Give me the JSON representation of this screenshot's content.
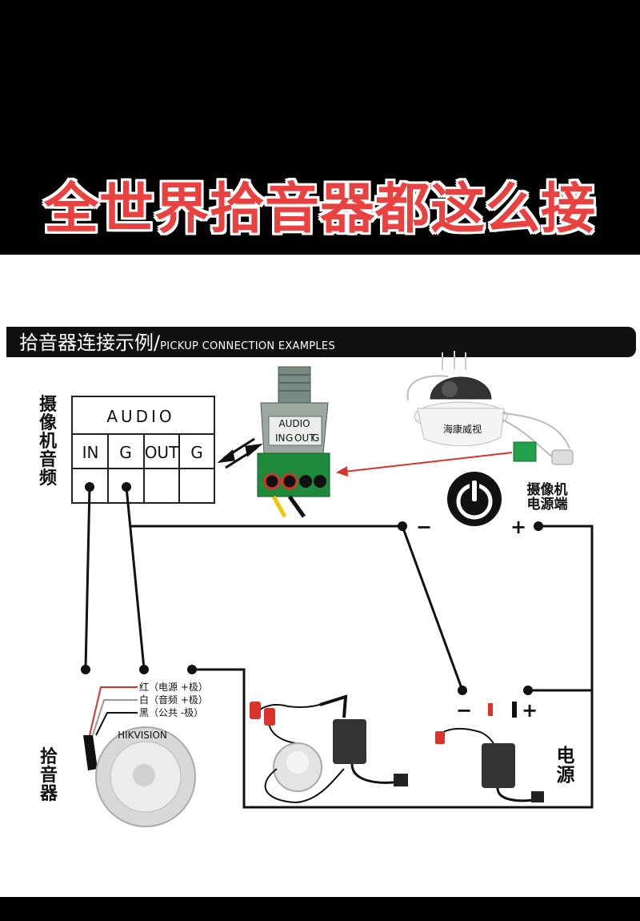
{
  "headline": "全世界拾音器都这么接",
  "section": {
    "title_cn": "拾音器连接示例/",
    "title_en": "PICKUP CONNECTION EXAMPLES"
  },
  "camera_audio_label": "摄像机音频",
  "audio_table": {
    "header": "AUDIO",
    "columns": [
      "IN",
      "G",
      "OUT",
      "G"
    ]
  },
  "connector": {
    "label": "AUDIO",
    "pins": [
      "IN",
      "G",
      "OUT",
      "G"
    ]
  },
  "camera_power_label": "摄像机\n电源端",
  "pickup_label": "拾音器",
  "power_label": "电源",
  "pickup_wires": [
    "红（电源 +极）",
    "白（音频 +极）",
    "黑（公共 -极）"
  ],
  "pickup_brand": "HIKVISION",
  "camera_brand": "海康威视",
  "signs": {
    "minus": "−",
    "plus": "+"
  },
  "colors": {
    "headline": "#e8413f",
    "red_wire": "#d9342b"
  }
}
